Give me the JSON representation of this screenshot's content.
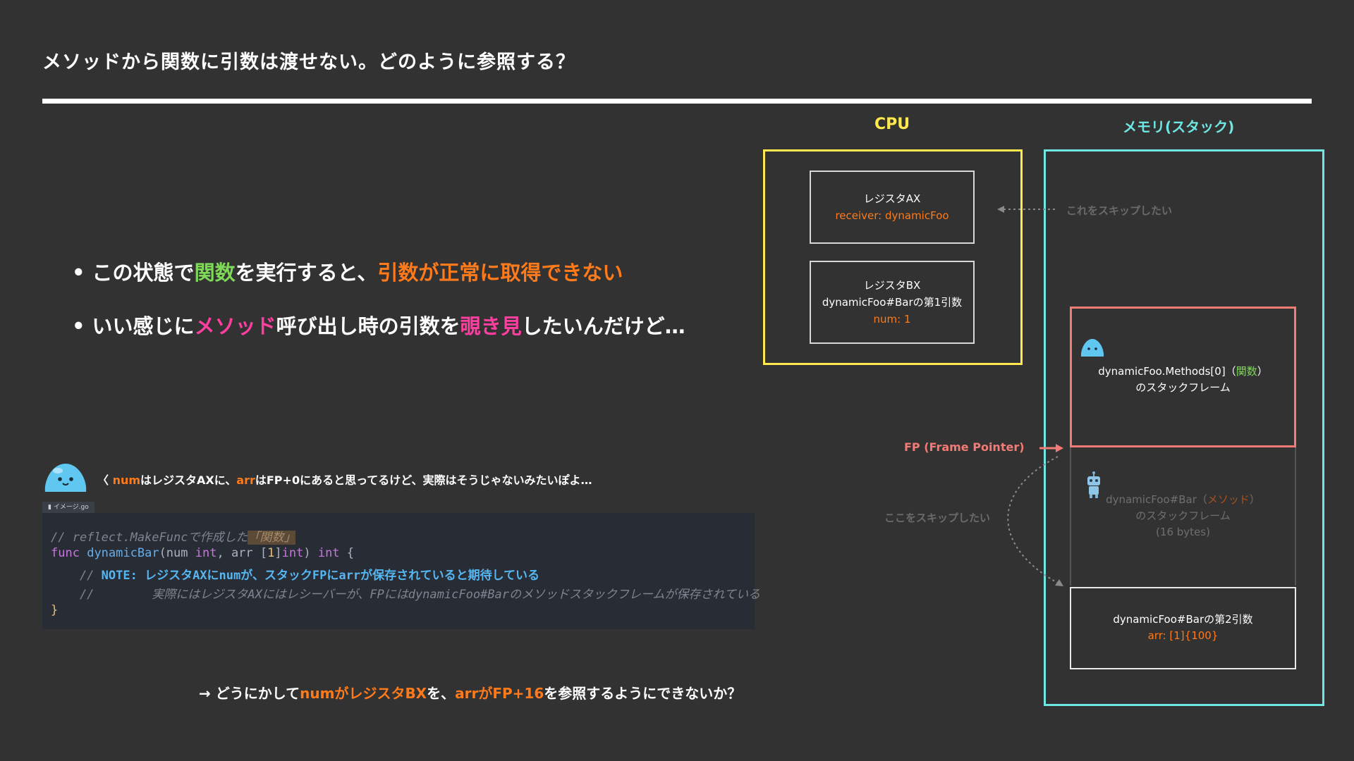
{
  "title": "メソッドから関数に引数は渡せない。どのように参照する？",
  "bullets": {
    "b1": {
      "p1": "この状態で",
      "p2": "関数",
      "p3": "を実行すると、",
      "p4": "引数が正常に取得できない"
    },
    "b2": {
      "p1": "いい感じに",
      "p2": "メソッド",
      "p3": "呼び出し時の引数を",
      "p4": "覗き見",
      "p5": "したいんだけど…"
    }
  },
  "speech": {
    "p0": "〈",
    "p1": "num",
    "p2": "はレジスタAXに、",
    "p3": "arr",
    "p4": "はFP+0にあると思ってるけど、実際はそうじゃないみたいぽよ…"
  },
  "code": {
    "tab": "イメージ.go",
    "l1_comment": "// reflect.MakeFuncで作成した",
    "l1_hl": "「関数」",
    "l2_kw": "func",
    "l2_fn": "dynamicBar",
    "l2_p1": "(num ",
    "l2_t1": "int",
    "l2_p2": ", arr [",
    "l2_n": "1",
    "l2_p3": "]",
    "l2_t2": "int",
    "l2_p4": ") ",
    "l2_t3": "int",
    "l2_p5": " {",
    "l3_prefix": "    // ",
    "l3_note": "NOTE: レジスタAXにnumが、スタックFPにarrが保存されていると期待している",
    "l4": "    //        実際にはレジスタAXにはレシーバーが、FPにはdynamicFoo#Barのメソッドスタックフレームが保存されている",
    "l5": "}"
  },
  "question": {
    "p0": "→ どうにかして",
    "p1": "numがレジスタBX",
    "p2": "を、",
    "p3": "arrがFP+16",
    "p4": "を参照するようにできないか？"
  },
  "cpu": {
    "label": "CPU",
    "ax": {
      "name": "レジスタAX",
      "value": "receiver: dynamicFoo"
    },
    "bx": {
      "name": "レジスタBX",
      "desc": "dynamicFoo#Barの第1引数",
      "value": "num: 1"
    }
  },
  "memory": {
    "label": "メモリ(スタック)",
    "frame_a": {
      "l1a": "dynamicFoo.Methods[0]（",
      "l1b": "関数",
      "l1c": "）",
      "l2": "のスタックフレーム"
    },
    "frame_b": {
      "l1a": "dynamicFoo#Bar（",
      "l1b": "メソッド",
      "l1c": "）",
      "l2": "のスタックフレーム",
      "l3": "(16 bytes)"
    },
    "frame_c": {
      "l1": "dynamicFoo#Barの第2引数",
      "l2": "arr: [1]{100}"
    }
  },
  "annotations": {
    "skip1": "これをスキップしたい",
    "skip2": "ここをスキップしたい",
    "fp": "FP (Frame Pointer)"
  },
  "colors": {
    "background": "#323232",
    "cpu": "#ffe94d",
    "memory": "#6ee6e2",
    "frame_function": "#f27b76",
    "accent_orange": "#ff7a1a",
    "accent_pink": "#ff3fa0",
    "accent_green": "#7ed957"
  }
}
